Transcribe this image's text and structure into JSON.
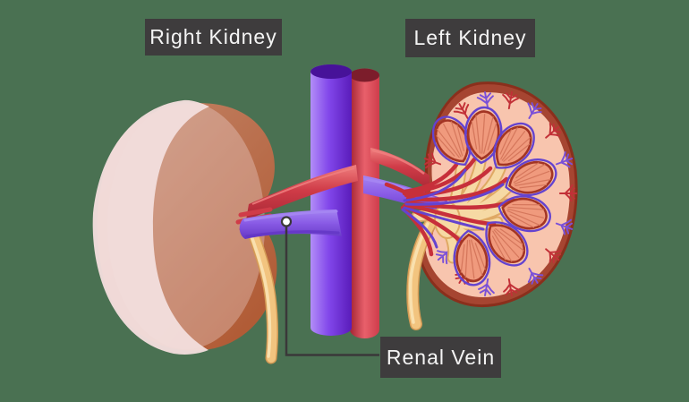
{
  "labels": {
    "right_kidney": "Right Kidney",
    "left_kidney": "Left Kidney",
    "renal_vein": "Renal Vein"
  },
  "diagram_parts": [
    "whole-kidney-external-view",
    "kidney-cross-section",
    "inferior-vena-cava-tube",
    "aorta-tube",
    "renal-artery",
    "renal-vein",
    "ureters",
    "renal-pyramids",
    "renal-pelvis"
  ],
  "colors": {
    "background": "#4a7152",
    "label_bg": "#3e3c3d",
    "label_text": "#f4f4f4",
    "connector": "#3a3839",
    "marker_fill": "#ffffff",
    "vena_cava_light": "#b28df7",
    "vena_cava": "#8146ea",
    "vena_cava_dark": "#5a1cba",
    "vena_cava_top": "#471299",
    "aorta_light": "#e8606b",
    "aorta": "#cf3d4b",
    "aorta_dark": "#a32433",
    "aorta_top": "#7c1d2b",
    "renal_vein_light": "#a585f2",
    "renal_vein": "#8a5ce6",
    "renal_vein_dark": "#6336c4",
    "renal_artery_light": "#f07f7f",
    "renal_artery": "#d03c48",
    "renal_artery_dark": "#a82835",
    "kidney_pale": "#f3dedd",
    "kidney_brown_light": "#c4876a",
    "kidney_brown": "#b05a34",
    "capsule": "#a64531",
    "capsule_dark": "#8a2f1c",
    "cortex": "#f8c5ae",
    "pyramid": "#f09a7d",
    "pyramid_stria": "#d5775c",
    "pyramid_outline": "#a33524",
    "pelvis": "#f6d9a4",
    "pelvis_outline": "#dfa964",
    "ureter": "#f2c47f",
    "ureter_outline": "#d49a55",
    "ureter_highlight": "#f9e0ae",
    "artery_branch": "#c72f3a",
    "vein_branch": "#6443cf",
    "tree_red": "#c23037",
    "tree_purple": "#7a50d8"
  }
}
